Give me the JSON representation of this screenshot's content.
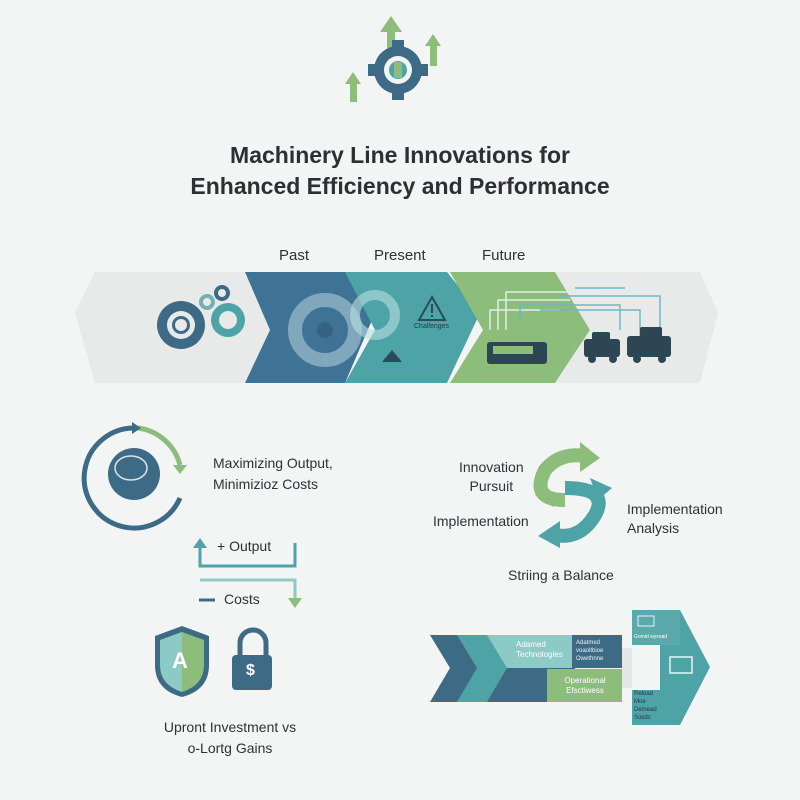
{
  "title": {
    "line1": "Machinery Line Innovations for",
    "line2": "Enhanced Efficiency and Performance"
  },
  "timeline": {
    "stages": [
      "Past",
      "Present",
      "Future"
    ],
    "challenge_label": "Challenges"
  },
  "left_section": {
    "heading_line1": "Maximizing Output,",
    "heading_line2": "Minimizioz Costs",
    "output_label": "+ Output",
    "costs_label": "Costs",
    "shield_letter": "A",
    "lock_symbol": "$",
    "caption_line1": "Upront Investment vs",
    "caption_line2": "o-Lortg Gains"
  },
  "balance": {
    "innovation_line1": "Innovation",
    "innovation_line2": "Pursuit",
    "implementation": "Implementation",
    "analysis_line1": "Implementation",
    "analysis_line2": "Analysis",
    "caption": "Striing a Balance"
  },
  "roadmap": {
    "advanced_tech_line1": "Adamed",
    "advanced_tech_line2": "Technologies",
    "advanced_box_line1": "Adatmed",
    "advanced_box_line2": "voaoltbioe",
    "advanced_box_line3": "Owethnne",
    "operational_line1": "Operational",
    "operational_line2": "Efsctiwess",
    "arrow_top": "Gomid wyxoad",
    "arrow_bottom_line1": "Reload",
    "arrow_bottom_line2": "Moe",
    "arrow_bottom_line3": "Demead",
    "arrow_bottom_line4": "Sokds"
  },
  "colors": {
    "dark_blue": "#3d6b86",
    "teal": "#4ea3a6",
    "light_teal": "#8ccac6",
    "green": "#8dbd7b",
    "background": "#f3f4f4"
  }
}
